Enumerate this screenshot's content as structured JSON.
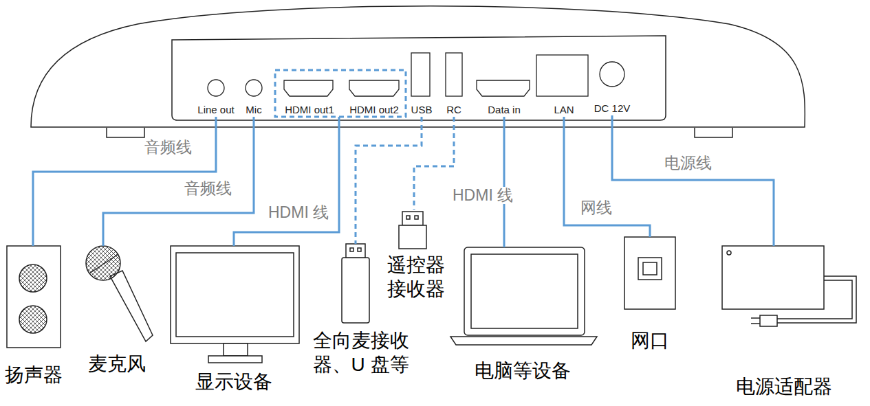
{
  "diagram": {
    "nodes": [
      {
        "text": [
          "Line out"
        ]
      },
      {
        "text": [
          "Mic"
        ]
      },
      {
        "text": [
          "HDMI out1"
        ]
      },
      {
        "text": [
          "HDMI out2"
        ]
      },
      {
        "text": [
          "USB"
        ]
      },
      {
        "text": [
          "RC"
        ]
      },
      {
        "text": [
          "Data in"
        ]
      },
      {
        "text": [
          "LAN"
        ]
      },
      {
        "text": [
          "DC 12V"
        ]
      },
      {
        "text": [
          "扬声器"
        ]
      },
      {
        "text": [
          "麦克风"
        ]
      },
      {
        "text": [
          "显示设备"
        ]
      },
      {
        "text": [
          "全向麦接收器、U 盘等"
        ]
      },
      {
        "text": [
          "遥控器 接收器"
        ]
      },
      {
        "text": [
          "电脑等设备"
        ]
      },
      {
        "text": [
          "网口"
        ]
      },
      {
        "text": [
          "电源适配器"
        ]
      }
    ],
    "edges": [
      {
        "from": 0,
        "to": 9,
        "arrow": "none",
        "label": "音频线"
      },
      {
        "from": 1,
        "to": 10,
        "arrow": "none",
        "label": "音频线"
      },
      {
        "from": 2,
        "to": 11,
        "arrow": "none",
        "label": "HDMI 线"
      },
      {
        "from": 4,
        "to": 12,
        "arrow": "none"
      },
      {
        "from": 5,
        "to": 13,
        "arrow": "none"
      },
      {
        "from": 6,
        "to": 14,
        "arrow": "none",
        "label": "HDMI 线"
      },
      {
        "from": 7,
        "to": 15,
        "arrow": "none",
        "label": "网线"
      },
      {
        "from": 8,
        "to": 16,
        "arrow": "none",
        "label": "电源线"
      }
    ]
  }
}
